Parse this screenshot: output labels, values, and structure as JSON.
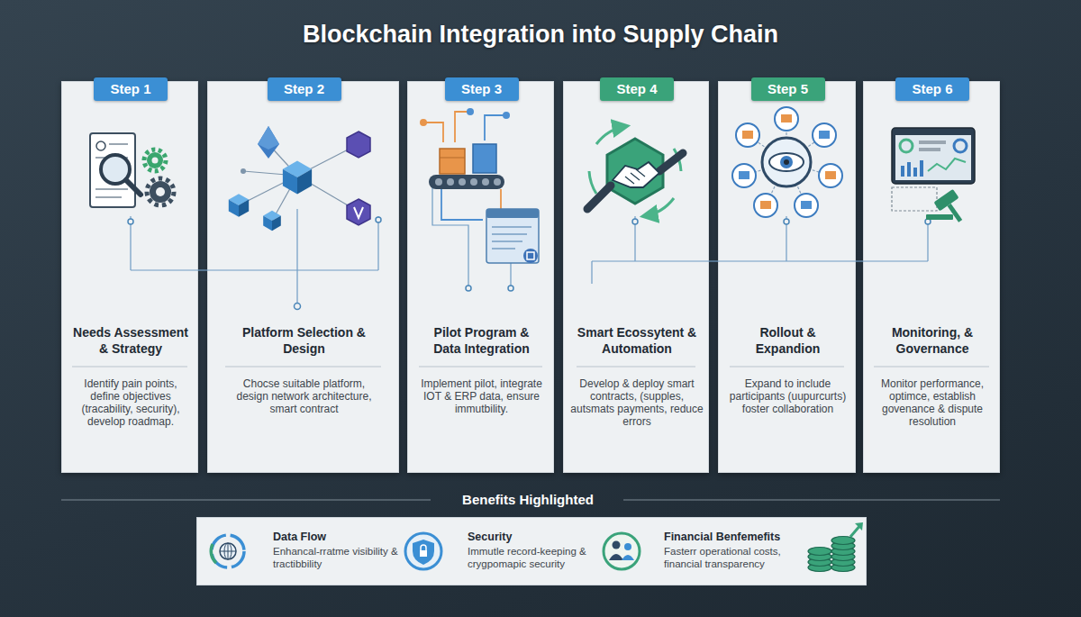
{
  "diagram": {
    "title": "Blockchain Integration into Supply Chain",
    "nodes": [
      {
        "text": [
          "Needs Assessment & Strategy",
          "Identify pain points, define objectives (tracability, security), develop roadmap."
        ]
      },
      {
        "text": [
          "Step 1"
        ],
        "in": 0
      },
      {
        "text": [
          "Platform Selection & Design",
          "Chocse suitable platform, design network architecture, smart contract"
        ]
      },
      {
        "text": [
          "Step 2"
        ],
        "in": 2
      },
      {
        "text": [
          "Pilot Program & Data Integration",
          "Implement pilot, integrate IOT & ERP data, ensure immutbility."
        ]
      },
      {
        "text": [
          "Step 3"
        ],
        "in": 4
      },
      {
        "text": [
          "Smart Ecossytent & Automation",
          "Develop & deploy smart contracts, (supples, autsmats payments, reduce errors"
        ]
      },
      {
        "text": [
          "Step 4"
        ],
        "in": 6
      },
      {
        "text": [
          "Rollout & Expandion",
          "Expand to include participants (uupurcurts) foster collaboration"
        ]
      },
      {
        "text": [
          "Step 5"
        ],
        "in": 8
      },
      {
        "text": [
          "Monitoring, & Governance",
          "Monitor performance, optimce, establish govenance & dispute resolution"
        ]
      },
      {
        "text": [
          "Step 6"
        ],
        "in": 10
      },
      {
        "text": [
          "Benefits Highlighted",
          "Data Flow",
          "Enhancal-rratme visibility & tractibbility",
          "Security",
          "Immutle record-keeping & crygpomapic security",
          "Financial Benfemefits",
          "Fasterr operational costs, financial transparency"
        ]
      }
    ],
    "edges": [
      {
        "from": 0,
        "to": 2,
        "arrow": "none"
      },
      {
        "from": 6,
        "to": 8,
        "arrow": "none"
      },
      {
        "from": 8,
        "to": 10,
        "arrow": "none"
      }
    ]
  }
}
